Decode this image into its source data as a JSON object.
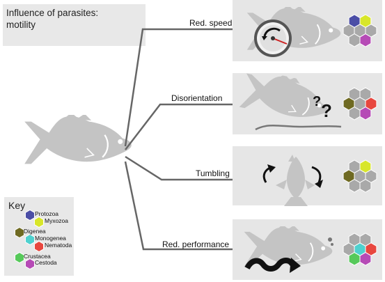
{
  "title": "Influence of parasites: motility",
  "title_line1": "Influence of parasites:",
  "title_line2": "motility",
  "branches": [
    {
      "label": "Red. speed",
      "illustration": "fish-with-speedometer-icon",
      "active": [
        "protozoa",
        "myxozoa",
        "cestoda"
      ]
    },
    {
      "label": "Disorientation",
      "illustration": "fish-with-question-marks-icon",
      "active": [
        "digenea",
        "nematoda",
        "cestoda"
      ]
    },
    {
      "label": "Tumbling",
      "illustration": "tumbling-fish-icon",
      "active": [
        "digenea",
        "myxozoa"
      ]
    },
    {
      "label": "Red. performance",
      "illustration": "fish-with-wavy-arrow-icon",
      "active": [
        "monogenea",
        "nematoda",
        "crustacea",
        "cestoda"
      ]
    }
  ],
  "key": {
    "title": "Key",
    "groups": [
      {
        "name": "Protozoa",
        "color": "#4b4ea6"
      },
      {
        "name": "Myxozoa",
        "color": "#d8e62a"
      },
      {
        "name": "Digenea",
        "color": "#6f6a22"
      },
      {
        "name": "Monogenea",
        "color": "#4fd1cf"
      },
      {
        "name": "Nematoda",
        "color": "#e8473f"
      },
      {
        "name": "Crustacea",
        "color": "#56c95a"
      },
      {
        "name": "Cestoda",
        "color": "#b64bb6"
      }
    ]
  },
  "colors": {
    "fish": "#c4c4c4",
    "line": "#666666",
    "inactive_hex": "#a9a9a9",
    "panel": "#e6e6e6"
  }
}
